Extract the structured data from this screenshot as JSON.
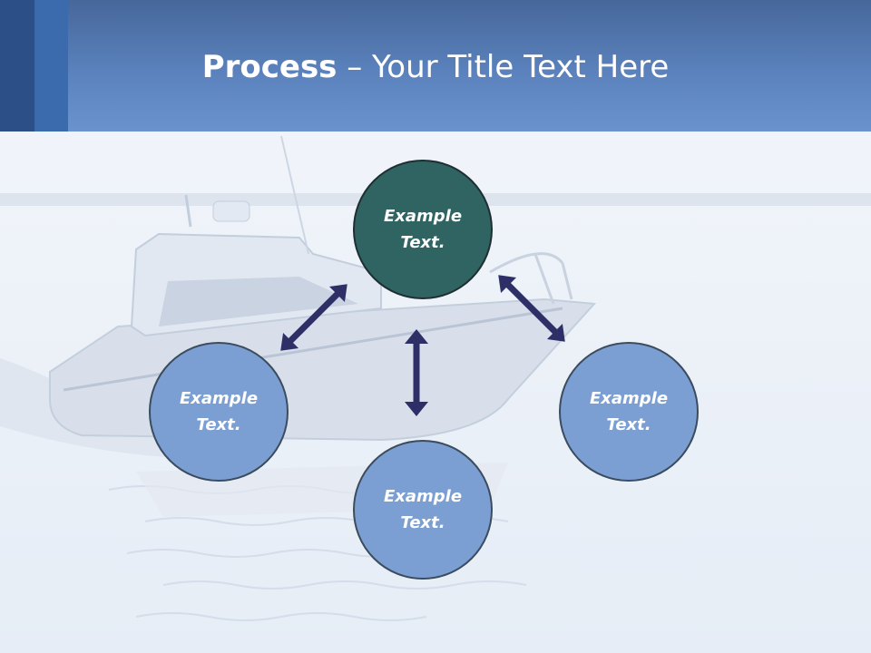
{
  "slide": {
    "title_bold": "Process",
    "title_rest": " – Your Title Text Here"
  },
  "nodes": {
    "top": "Example\nText.",
    "left": "Example\nText.",
    "right": "Example\nText.",
    "bottom": "Example\nText."
  },
  "colors": {
    "header": "#5b82bd",
    "stripe_dark": "#2b4f86",
    "stripe_mid": "#3b6aad",
    "node_blue": "#7c9fd3",
    "node_teal": "#2f6462",
    "arrow": "#2d2f66"
  }
}
